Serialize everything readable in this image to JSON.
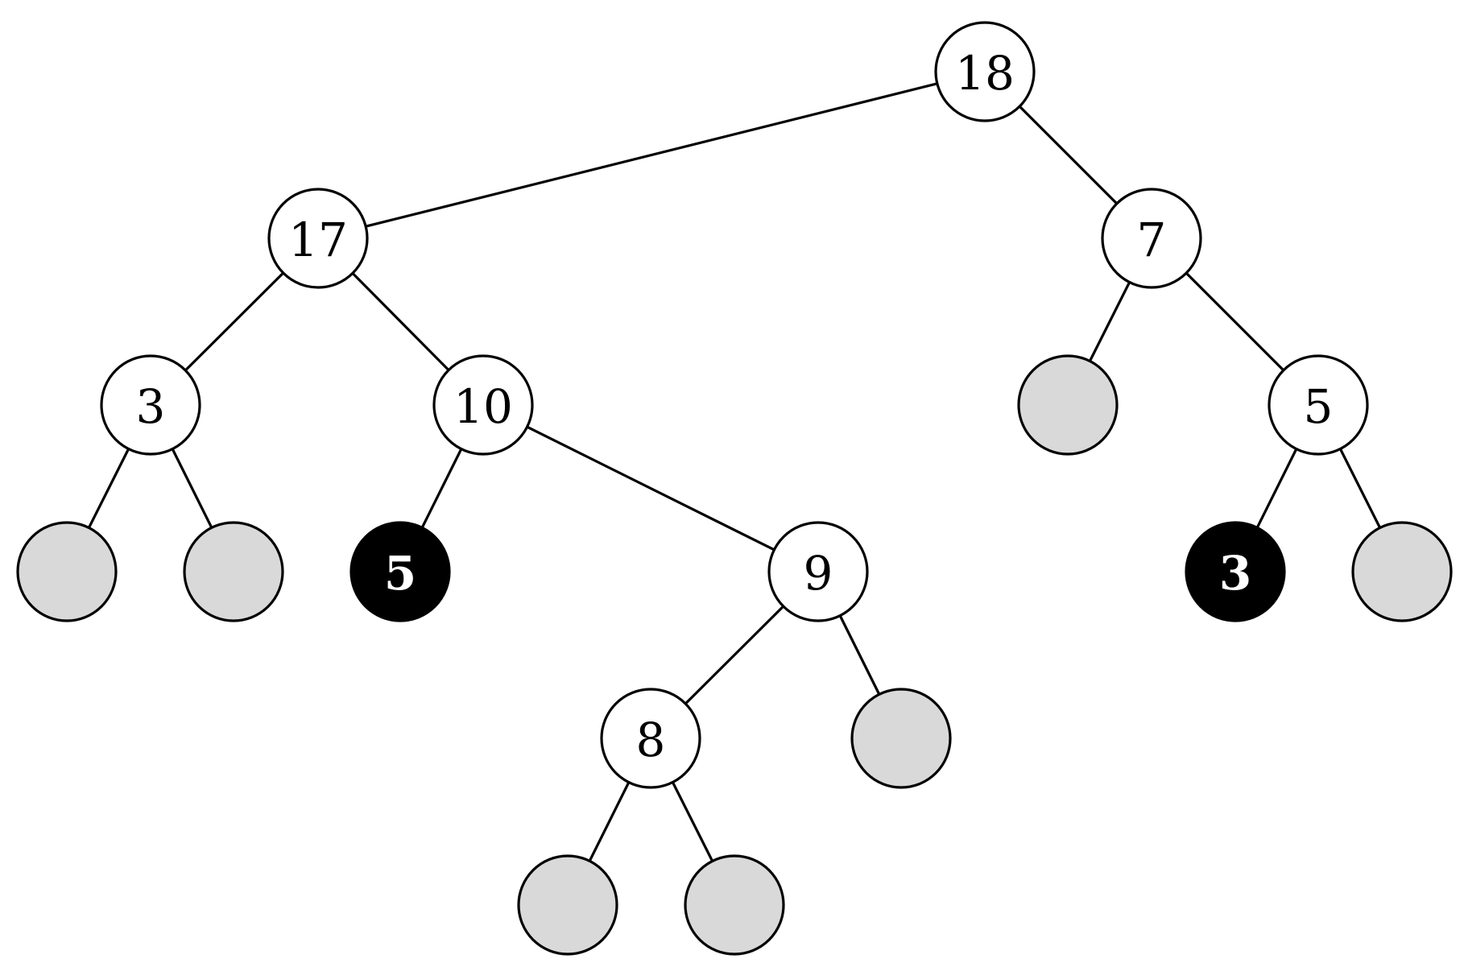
{
  "colors": {
    "line": "#000000",
    "node_fill": "#ffffff",
    "leaf_fill": "#d9d9d9",
    "highlight_fill": "#000000",
    "label_text": "#000000",
    "highlight_text": "#ffffff"
  },
  "tree": {
    "nodes": [
      {
        "id": "n18",
        "label": "18",
        "kind": "internal"
      },
      {
        "id": "n17",
        "label": "17",
        "kind": "internal"
      },
      {
        "id": "n7",
        "label": "7",
        "kind": "internal"
      },
      {
        "id": "n3",
        "label": "3",
        "kind": "internal"
      },
      {
        "id": "n10",
        "label": "10",
        "kind": "internal"
      },
      {
        "id": "n7-left-leaf",
        "label": "",
        "kind": "leaf"
      },
      {
        "id": "n5-right",
        "label": "5",
        "kind": "internal"
      },
      {
        "id": "n3-left-leaf",
        "label": "",
        "kind": "leaf"
      },
      {
        "id": "n3-right-leaf",
        "label": "",
        "kind": "leaf"
      },
      {
        "id": "n5-highlight",
        "label": "5",
        "kind": "highlight"
      },
      {
        "id": "n9",
        "label": "9",
        "kind": "internal"
      },
      {
        "id": "n3-highlight",
        "label": "3",
        "kind": "highlight"
      },
      {
        "id": "n5-right-leaf",
        "label": "",
        "kind": "leaf"
      },
      {
        "id": "n8",
        "label": "8",
        "kind": "internal"
      },
      {
        "id": "n9-right-leaf",
        "label": "",
        "kind": "leaf"
      },
      {
        "id": "n8-left-leaf",
        "label": "",
        "kind": "leaf"
      },
      {
        "id": "n8-right-leaf",
        "label": "",
        "kind": "leaf"
      }
    ],
    "edges": [
      {
        "from": "n18",
        "to": "n17"
      },
      {
        "from": "n18",
        "to": "n7"
      },
      {
        "from": "n17",
        "to": "n3"
      },
      {
        "from": "n17",
        "to": "n10"
      },
      {
        "from": "n7",
        "to": "n7-left-leaf"
      },
      {
        "from": "n7",
        "to": "n5-right"
      },
      {
        "from": "n3",
        "to": "n3-left-leaf"
      },
      {
        "from": "n3",
        "to": "n3-right-leaf"
      },
      {
        "from": "n10",
        "to": "n5-highlight"
      },
      {
        "from": "n10",
        "to": "n9"
      },
      {
        "from": "n5-right",
        "to": "n3-highlight"
      },
      {
        "from": "n5-right",
        "to": "n5-right-leaf"
      },
      {
        "from": "n9",
        "to": "n8"
      },
      {
        "from": "n9",
        "to": "n9-right-leaf"
      },
      {
        "from": "n8",
        "to": "n8-left-leaf"
      },
      {
        "from": "n8",
        "to": "n8-right-leaf"
      }
    ]
  }
}
